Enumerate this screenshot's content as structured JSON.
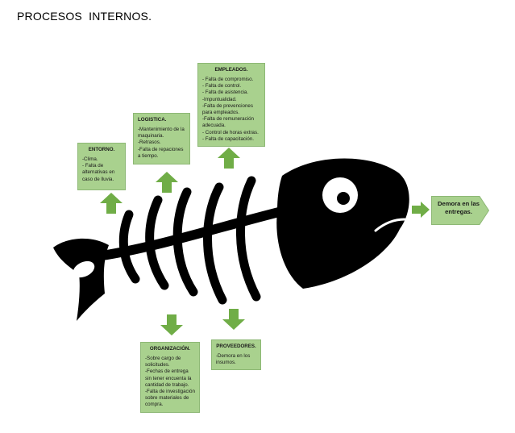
{
  "title": "PROCESOS  INTERNOS.",
  "effect": "Demora en las entregas.",
  "colors": {
    "box_fill": "#a9d18e",
    "arrow_fill": "#70ad47",
    "fish": "#000000"
  },
  "categories": {
    "entorno": {
      "heading": "ENTORNO.",
      "items": [
        "-Clima.",
        "- Falta de alternativas en caso de lluvia."
      ]
    },
    "logistica": {
      "heading": "LOGISTICA.",
      "items": [
        "-Mantenimiento de la maquinaria.",
        "-Retrasos.",
        "-Falta de repaciones a tiempo."
      ]
    },
    "empleados": {
      "heading": "EMPLEADOS.",
      "items": [
        "- Falta de compromiso.",
        "- Falta de control.",
        "- Falta de asistencia.",
        "-Impuntualidad.",
        "-Falta de prevenciones para empleados.",
        "-Falta de remuneración adecuada.",
        "- Control de horas extras.",
        "- Falta de capacitación."
      ]
    },
    "organizacion": {
      "heading": "ORGANIZACIÓN.",
      "items": [
        "-Sobre cargo de solicitudes.",
        "-Fechas de entrega sin tener encuenta la cantidad de trabajo.",
        "-Falta de investigación sobre materiales de compra."
      ]
    },
    "proveedores": {
      "heading": "PROVEEDORES.",
      "items": [
        "-Demora en los insumos."
      ]
    }
  }
}
